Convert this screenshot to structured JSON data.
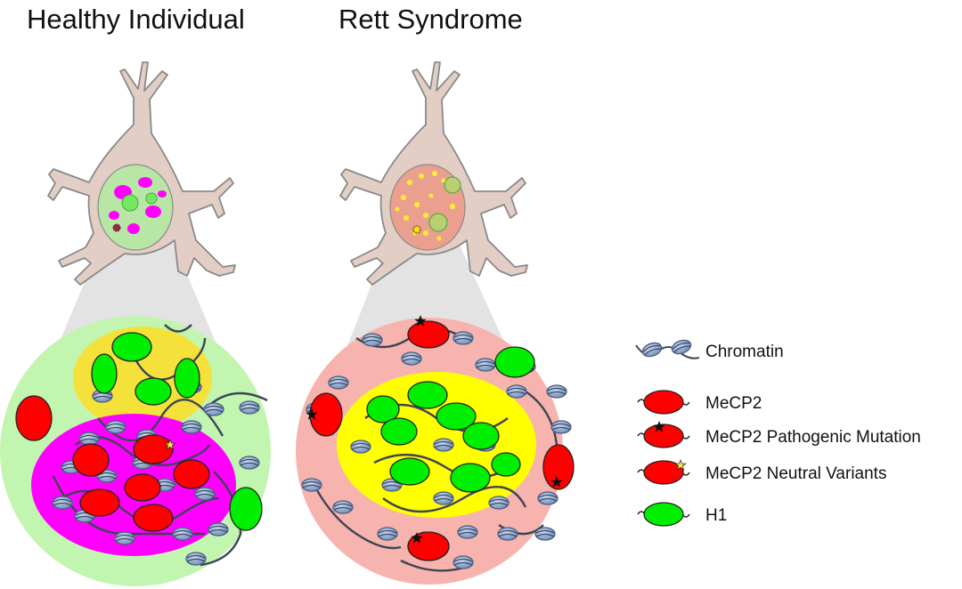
{
  "panels": [
    {
      "title": "Healthy Individual"
    },
    {
      "title": "Rett Syndrome"
    }
  ],
  "legend": [
    {
      "label": "Chromatin",
      "icon": "chromatin-icon"
    },
    {
      "label": "MeCP2",
      "icon": "mecp2-icon"
    },
    {
      "label": "MeCP2 Pathogenic Mutation",
      "icon": "mecp2-pathogenic-icon"
    },
    {
      "label": "MeCP2 Neutral Variants",
      "icon": "mecp2-neutral-icon"
    },
    {
      "label": "H1",
      "icon": "h1-icon"
    }
  ],
  "colors": {
    "cell": "#e2cec5",
    "cell_outline": "#8a8a8a",
    "mecp2": "#ff0000",
    "h1": "#00ee00",
    "nucleosome": "#8fa8cc",
    "healthy_background": "#c2f5b0",
    "healthy_mecp2_condensate": "#ff00ff",
    "healthy_h1_condensate": "#f4e23a",
    "rett_background": "#f7b3ae",
    "rett_h1_condensate": "#ffff00",
    "zoom_cone": "#e3e3e3"
  }
}
